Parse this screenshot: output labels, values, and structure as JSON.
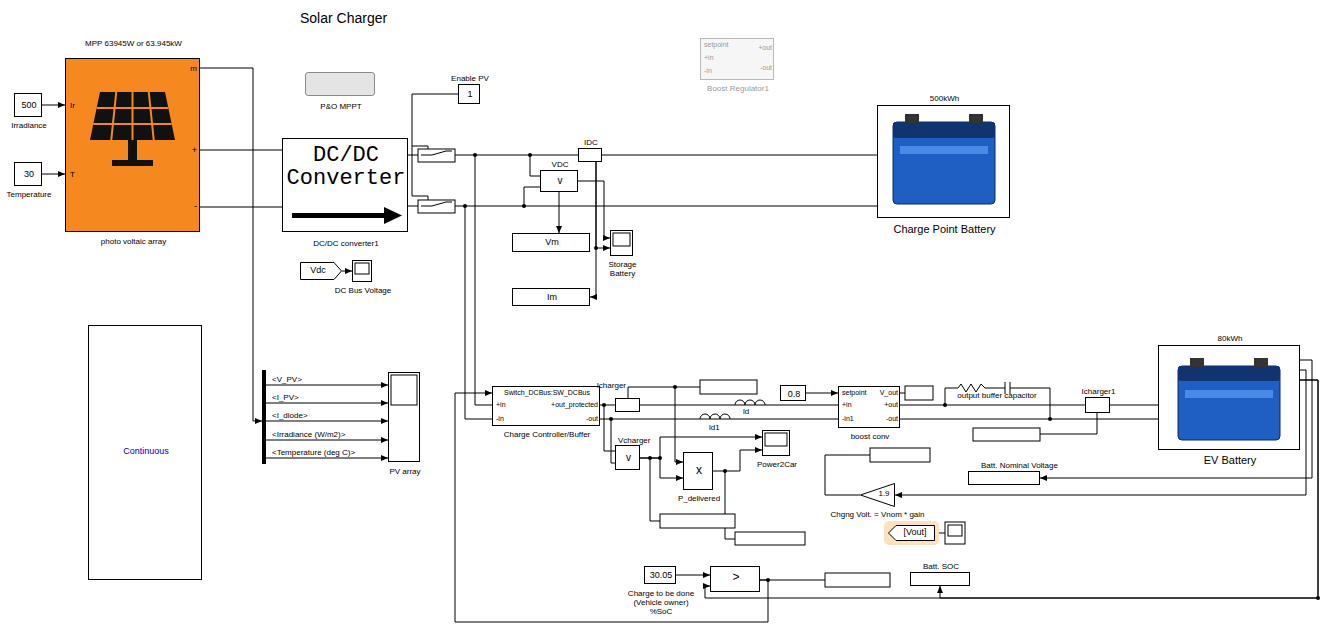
{
  "diagram": {
    "title": "Solar Charger",
    "nodes": [
      {
        "text": [
          "MPP 63945W or 63.945kW",
          "Ir",
          "T",
          "m",
          "+",
          "-",
          "photo voltaic array"
        ]
      },
      {
        "text": [
          "500",
          "Irradiance"
        ]
      },
      {
        "text": [
          "30",
          "Temperature"
        ]
      },
      {
        "text": [
          "P&O MPPT"
        ]
      },
      {
        "text": [
          "DC/DC Converter",
          "DC/DC converter1"
        ]
      },
      {
        "text": [
          "Enable PV",
          "1"
        ]
      },
      {
        "text": [
          "IDC"
        ]
      },
      {
        "text": [
          "VDC",
          "v"
        ]
      },
      {
        "text": [
          "setpoint",
          "+in",
          "-in",
          "+out",
          "-out",
          "Boost Regulator1"
        ]
      },
      {
        "text": [
          "500kWh",
          "Charge Point Battery"
        ]
      },
      {
        "text": [
          "Vm"
        ]
      },
      {
        "text": [
          "Storage Battery"
        ]
      },
      {
        "text": [
          "Im"
        ]
      },
      {
        "text": [
          "Vdc"
        ]
      },
      {
        "text": [
          "DC Bus Voltage"
        ]
      },
      {
        "text": [
          "Continuous"
        ]
      },
      {
        "text": [
          "<V_PV>",
          "<I_PV>",
          "<I_diode>",
          "<Irradiance (W/m2)>",
          "<Temperature (deg C)>"
        ]
      },
      {
        "text": [
          "PV array"
        ]
      },
      {
        "text": [
          "Switch_DCBus:SW_DCBus",
          "+in",
          "-in",
          "+out_protected",
          "-out",
          "Charge Controller/Buffer"
        ]
      },
      {
        "text": [
          "Icharger"
        ]
      },
      {
        "text": [
          "0.8"
        ]
      },
      {
        "text": [
          "setpoint",
          "V_out",
          "+in",
          "+out",
          "-in1",
          "-out",
          "boost conv"
        ]
      },
      {
        "text": [
          "Icharger1"
        ]
      },
      {
        "text": [
          "80kWh",
          "EV Battery"
        ]
      },
      {
        "text": [
          "Vcharger",
          "v"
        ]
      },
      {
        "text": [
          "x",
          "P_delivered"
        ]
      },
      {
        "text": [
          "Power2Car"
        ]
      },
      {
        "text": [
          "Batt. Nominal Voltage"
        ]
      },
      {
        "text": [
          "1.9",
          "Chgng Volt. = Vnom * gain"
        ]
      },
      {
        "text": [
          "[Vout]"
        ]
      },
      {
        "text": [
          "30.05",
          "Charge to be done (Vehicle owner) %SoC"
        ]
      },
      {
        "text": [
          ">"
        ]
      },
      {
        "text": [
          "Batt. SOC"
        ]
      }
    ],
    "edges": [
      {
        "from": 1,
        "to": 0,
        "arrow": "to"
      },
      {
        "from": 2,
        "to": 0,
        "arrow": "to"
      },
      {
        "from": 0,
        "to": 4,
        "arrow": "none"
      },
      {
        "from": 0,
        "to": 4,
        "arrow": "none"
      },
      {
        "from": 0,
        "to": 16,
        "arrow": "to"
      },
      {
        "from": 16,
        "to": 17,
        "arrow": "to"
      },
      {
        "from": 16,
        "to": 17,
        "arrow": "to"
      },
      {
        "from": 16,
        "to": 17,
        "arrow": "to"
      },
      {
        "from": 16,
        "to": 17,
        "arrow": "to"
      },
      {
        "from": 16,
        "to": 17,
        "arrow": "to"
      },
      {
        "from": 6,
        "to": 12,
        "arrow": "to"
      },
      {
        "from": 6,
        "to": 11,
        "arrow": "to"
      },
      {
        "from": 7,
        "to": 10,
        "arrow": "to"
      },
      {
        "from": 7,
        "to": 11,
        "arrow": "to"
      },
      {
        "from": 13,
        "to": 14,
        "arrow": "to"
      },
      {
        "from": 6,
        "to": 9,
        "arrow": "none"
      },
      {
        "from": 18,
        "to": 19,
        "arrow": "none"
      },
      {
        "from": 19,
        "to": 21,
        "arrow": "none"
      },
      {
        "from": 18,
        "to": 21,
        "arrow": "none"
      },
      {
        "from": 21,
        "to": 22,
        "arrow": "none"
      },
      {
        "from": 22,
        "to": 23,
        "arrow": "none"
      },
      {
        "from": 21,
        "to": 23,
        "arrow": "none"
      },
      {
        "from": 19,
        "to": 25,
        "arrow": "to"
      },
      {
        "from": 24,
        "to": 25,
        "arrow": "to"
      },
      {
        "from": 25,
        "to": 26,
        "arrow": "to"
      },
      {
        "from": 24,
        "to": 26,
        "arrow": "to"
      },
      {
        "from": 20,
        "to": 21,
        "arrow": "to"
      },
      {
        "from": 23,
        "to": 28,
        "arrow": "to"
      },
      {
        "from": 23,
        "to": 27,
        "arrow": "to"
      },
      {
        "from": 30,
        "to": 31,
        "arrow": "to"
      },
      {
        "from": 23,
        "to": 31,
        "arrow": "to"
      },
      {
        "from": 23,
        "to": 32,
        "arrow": "to"
      },
      {
        "from": 31,
        "to": 18,
        "arrow": "to"
      }
    ],
    "labels": [
      "ld",
      "ld1",
      "output buffer capacitor"
    ]
  }
}
